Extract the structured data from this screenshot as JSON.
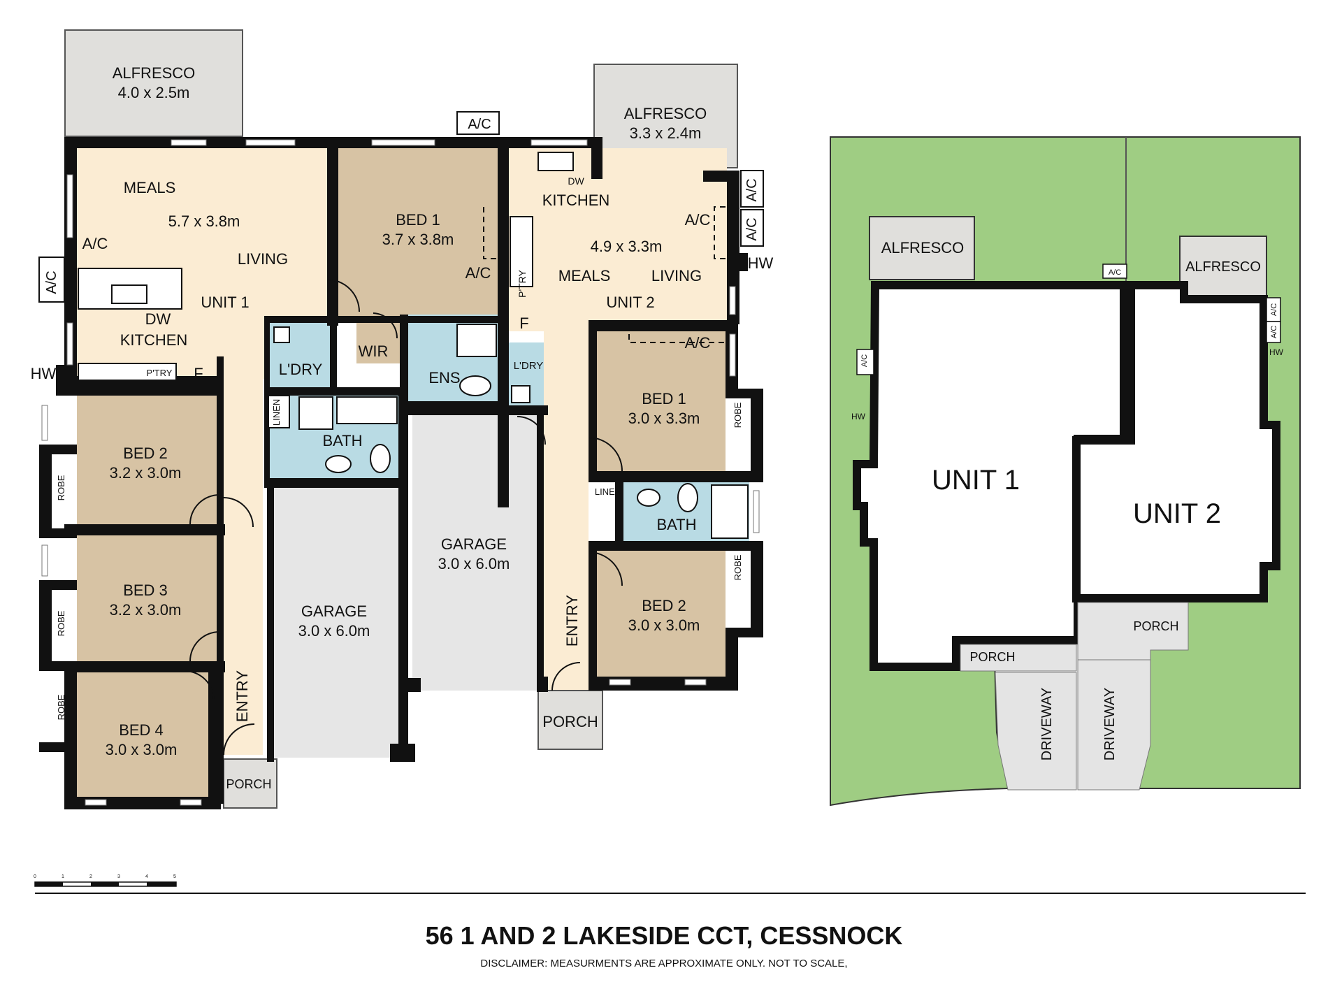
{
  "title": "56 1 AND 2 LAKESIDE CCT, CESSNOCK",
  "disclaimer": "DISCLAIMER: MEASURMENTS ARE APPROXIMATE ONLY. NOT TO SCALE,",
  "scale_bar": {
    "ticks": [
      "0",
      "1",
      "2",
      "3",
      "4",
      "5"
    ]
  },
  "colors": {
    "wall": "#111111",
    "living": "#fbecd3",
    "bedroom": "#d7c3a4",
    "wet": "#b9dbe4",
    "garage": "#e6e6e6",
    "outdoor": "#e0dfdc",
    "lawn": "#9fcd83",
    "driveway": "#e4e4e4"
  },
  "unit1": {
    "alfresco": {
      "name": "ALFRESCO",
      "size": "4.0 x 2.5m"
    },
    "meals": "MEALS",
    "living_size": "5.7 x 3.8m",
    "living": "LIVING",
    "unit_label": "UNIT 1",
    "dw": "DW",
    "kitchen": "KITCHEN",
    "ac": "A/C",
    "hw": "HW",
    "pantry": "P'TRY",
    "fridge": "F",
    "bed1": {
      "name": "BED 1",
      "size": "3.7 x 3.8m"
    },
    "bed2": {
      "name": "BED 2",
      "size": "3.2 x 3.0m"
    },
    "bed3": {
      "name": "BED 3",
      "size": "3.2 x 3.0m"
    },
    "bed4": {
      "name": "BED 4",
      "size": "3.0 x 3.0m"
    },
    "robe": "ROBE",
    "laundry": "L'DRY",
    "wir": "WIR",
    "ensuite": "ENS",
    "linen": "LINEN",
    "bath": "BATH",
    "garage": {
      "name": "GARAGE",
      "size": "3.0 x 6.0m"
    },
    "entry": "ENTRY",
    "porch": "PORCH"
  },
  "unit2": {
    "alfresco": {
      "name": "ALFRESCO",
      "size": "3.3 x 2.4m"
    },
    "dw": "DW",
    "kitchen": "KITCHEN",
    "living_size": "4.9 x 3.3m",
    "meals": "MEALS",
    "living": "LIVING",
    "unit_label": "UNIT 2",
    "ac": "A/C",
    "hw": "HW",
    "pantry": "P'TRY",
    "fridge": "F",
    "laundry": "L'DRY",
    "bed1": {
      "name": "BED 1",
      "size": "3.0 x 3.3m"
    },
    "bed2": {
      "name": "BED 2",
      "size": "3.0 x 3.0m"
    },
    "robe": "ROBE",
    "linen": "LINEN",
    "bath": "BATH",
    "garage": {
      "name": "GARAGE",
      "size": "3.0 x 6.0m"
    },
    "entry": "ENTRY",
    "porch": "PORCH"
  },
  "site": {
    "alfresco1": "ALFRESCO",
    "alfresco2": "ALFRESCO",
    "ac": "A/C",
    "hw": "HW",
    "unit1": "UNIT 1",
    "unit2": "UNIT 2",
    "porch1": "PORCH",
    "porch2": "PORCH",
    "driveway1": "DRIVEWAY",
    "driveway2": "DRIVEWAY"
  }
}
